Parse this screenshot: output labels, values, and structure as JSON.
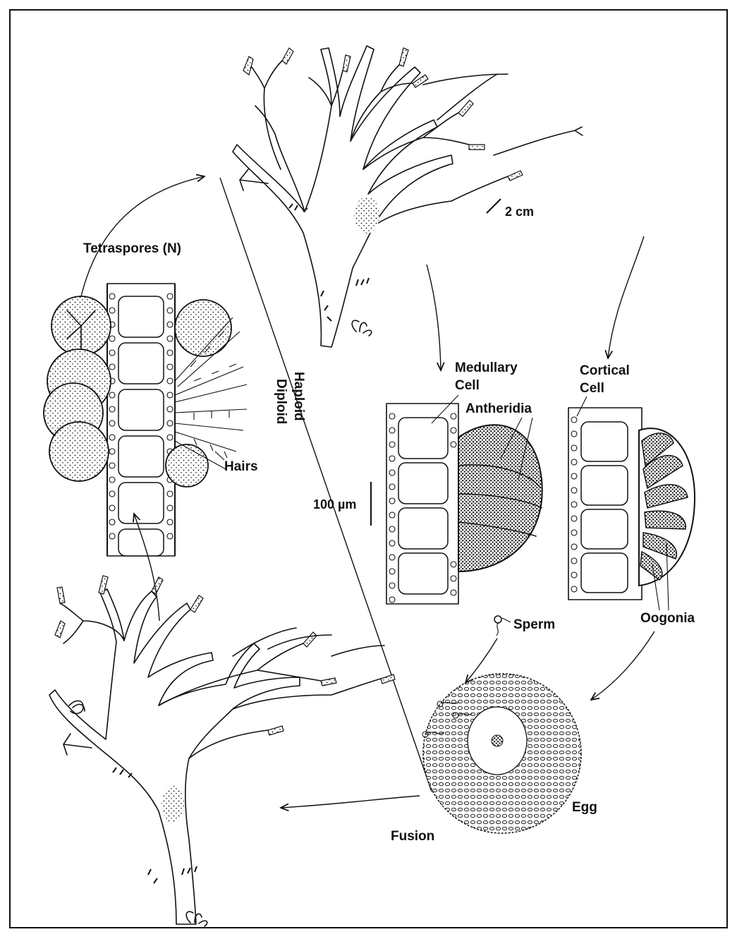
{
  "labels": {
    "tetraspores": "Tetraspores (N)",
    "scale_2cm": "2 cm",
    "haploid": "Haploid",
    "diploid": "Diploid",
    "medullary_cell": [
      "Medullary",
      "Cell"
    ],
    "cortical_cell": [
      "Cortical",
      "Cell"
    ],
    "antheridia": "Antheridia",
    "hairs": "Hairs",
    "scale_100um": "100 µm",
    "sperm": "Sperm",
    "oogonia": "Oogonia",
    "egg": "Egg",
    "fusion": "Fusion"
  },
  "colors": {
    "ink": "#111111",
    "paper": "#ffffff",
    "frame": "#111111"
  }
}
